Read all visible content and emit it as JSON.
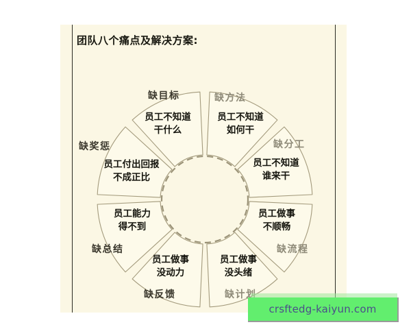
{
  "page": {
    "title": "团队八个痛点及解决方案:",
    "background_color": "#ffffff",
    "panel_color": "#fbf7e4",
    "rule_color": "#2a2a22"
  },
  "diagram": {
    "type": "donut-segments",
    "segment_count": 8,
    "segment_fill": "#fdfaea",
    "segment_stroke": "#a39a7c",
    "inner_circle_style": "dashed",
    "inner_circle_color": "#9b9378",
    "segments": [
      {
        "label": "缺目标",
        "line1": "员工不知道",
        "line2": "干什么",
        "position": "top-left"
      },
      {
        "label": "缺方法",
        "line1": "员工不知道",
        "line2": "如何干",
        "position": "top-right"
      },
      {
        "label": "缺分工",
        "line1": "员工不知道",
        "line2": "谁来干",
        "position": "right-upper"
      },
      {
        "label": "缺流程",
        "line1": "员工做事",
        "line2": "不顺畅",
        "position": "right-lower"
      },
      {
        "label": "缺计划",
        "line1": "员工做事",
        "line2": "没头绪",
        "position": "bottom-right"
      },
      {
        "label": "缺反馈",
        "line1": "员工做事",
        "line2": "没动力",
        "position": "bottom-left"
      },
      {
        "label": "缺总结",
        "line1": "员工能力",
        "line2": "得不到",
        "position": "left-lower"
      },
      {
        "label": "缺奖惩",
        "line1": "员工付出回报",
        "line2": "不成正比",
        "position": "left-upper"
      }
    ]
  },
  "watermark": {
    "text": "crsftedg-kaiyun.com",
    "background_color": "#62ee6e",
    "text_color": "#4b4f8a"
  }
}
